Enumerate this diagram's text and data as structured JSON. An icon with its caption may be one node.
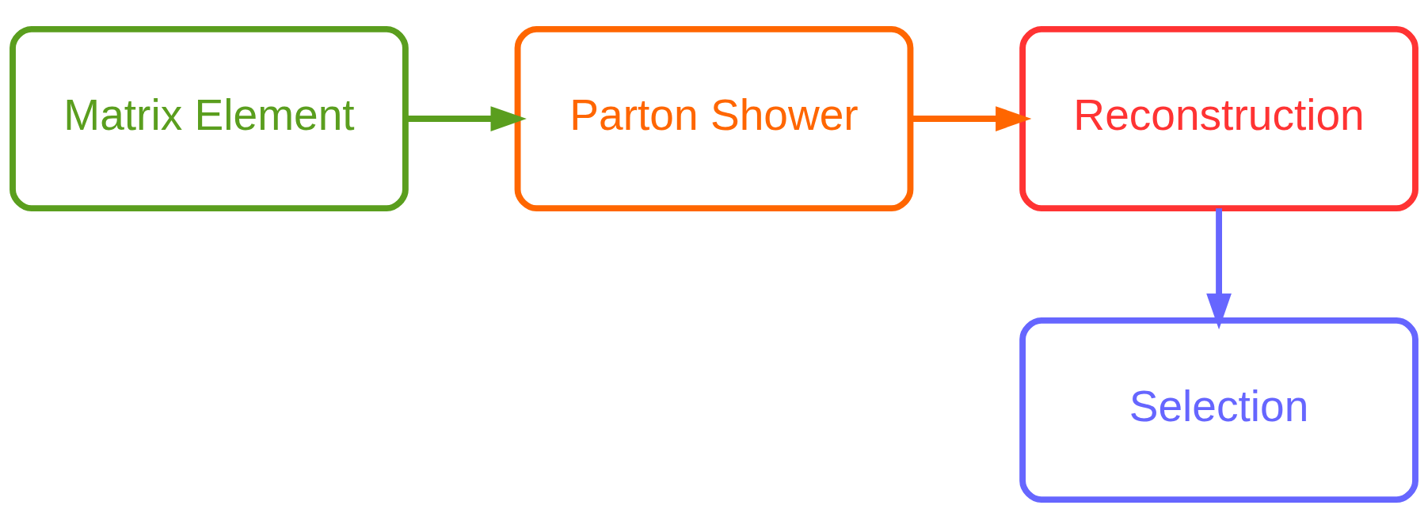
{
  "diagram": {
    "nodes": [
      {
        "text": [
          "Matrix Element"
        ]
      },
      {
        "text": [
          "Parton Shower"
        ]
      },
      {
        "text": [
          "Reconstruction"
        ]
      },
      {
        "text": [
          "Selection"
        ]
      }
    ],
    "edges": [
      {
        "from": 0,
        "to": 1,
        "arrow": "to",
        "color": "#5a9e1e"
      },
      {
        "from": 1,
        "to": 2,
        "arrow": "to",
        "color": "#ff6600"
      },
      {
        "from": 2,
        "to": 3,
        "arrow": "to",
        "color": "#6666ff"
      }
    ]
  }
}
